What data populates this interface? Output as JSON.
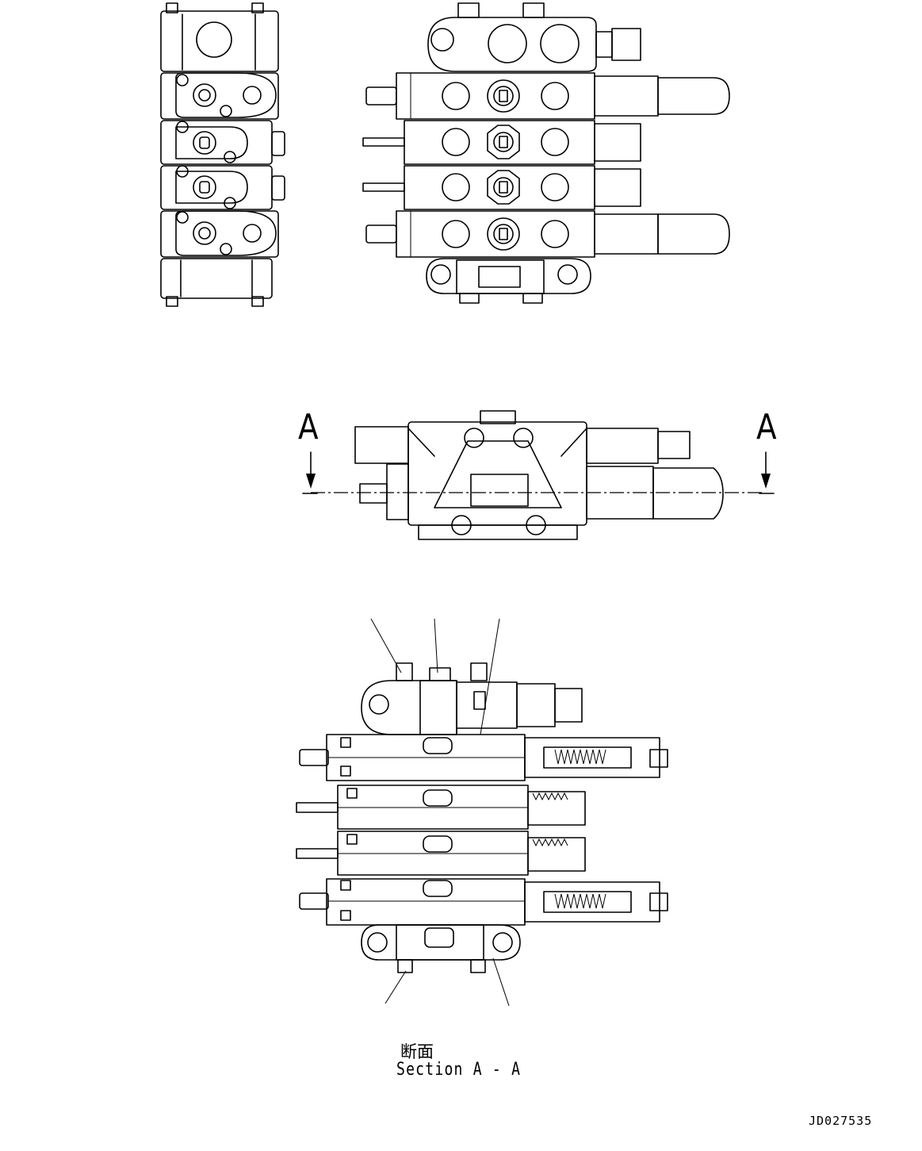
{
  "drawing": {
    "section_label_jp": "断面",
    "section_label_en": "Section A - A",
    "drawing_code": "JD027535",
    "cut_marker_left": "A",
    "cut_marker_right": "A"
  }
}
